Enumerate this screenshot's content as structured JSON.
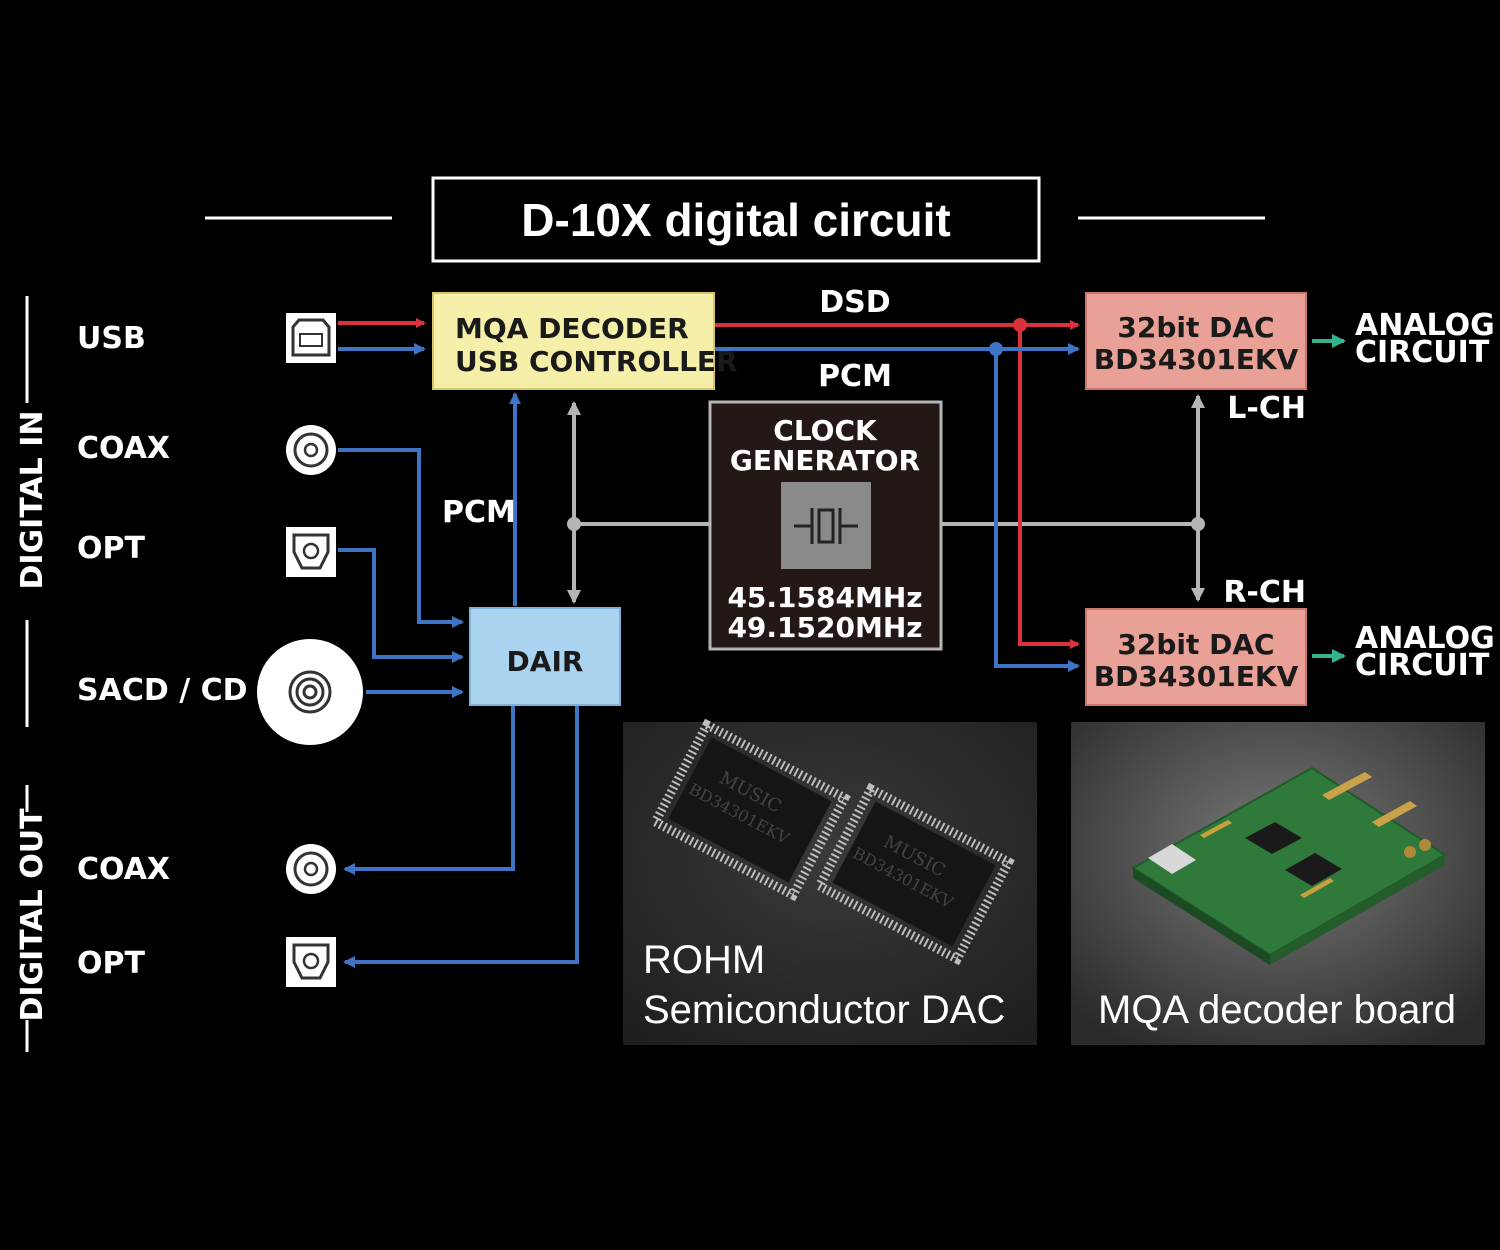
{
  "title": "D-10X digital circuit",
  "sections": {
    "digital_in": "DIGITAL IN",
    "digital_out": "DIGITAL OUT"
  },
  "inputs": {
    "usb": "USB",
    "coax": "COAX",
    "opt": "OPT",
    "sacd": "SACD / CD"
  },
  "outputs": {
    "coax": "COAX",
    "opt": "OPT"
  },
  "blocks": {
    "mqa_line1": "MQA DECODER",
    "mqa_line2": "USB CONTROLLER",
    "dair": "DAIR",
    "clock_line1": "CLOCK",
    "clock_line2": "GENERATOR",
    "freq1": "45.1584MHz",
    "freq2": "49.1520MHz",
    "dac_line1": "32bit DAC",
    "dac_line2": "BD34301EKV",
    "analog_line1": "ANALOG",
    "analog_line2": "CIRCUIT"
  },
  "signals": {
    "dsd": "DSD",
    "pcm": "PCM",
    "pcm_vertical": "PCM",
    "lch": "L-CH",
    "rch": "R-CH"
  },
  "photos": {
    "chip_label": "MUSIC",
    "chip_part": "BD34301EKV",
    "dac_caption_line1": "ROHM",
    "dac_caption_line2": "Semiconductor DAC",
    "board_caption": "MQA decoder board"
  },
  "colors": {
    "red": "#d9323e",
    "blue": "#3f74c4",
    "gray": "#b5b5b5",
    "green": "#35b28f",
    "mqa_fill": "#f6efaa",
    "dair_fill": "#a9d3ef",
    "dac_fill": "#e8a097"
  }
}
